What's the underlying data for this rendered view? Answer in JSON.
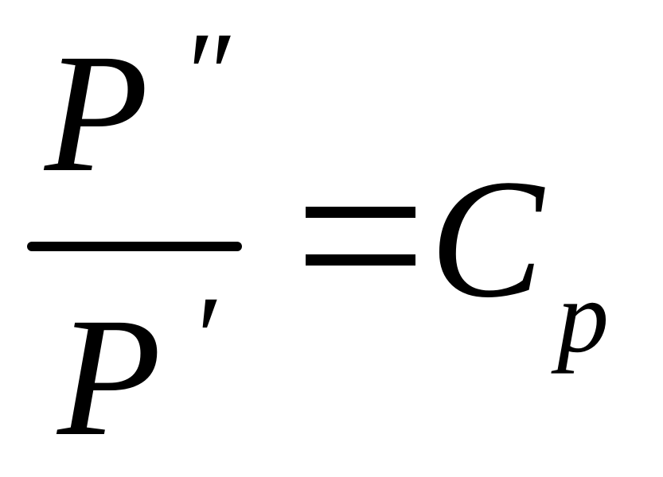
{
  "formula": {
    "numerator": {
      "letter": "P",
      "prime": "″"
    },
    "denominator": {
      "letter": "P",
      "prime": "′"
    },
    "equals": "=",
    "rhs": {
      "letter": "C",
      "subscript": "p"
    }
  }
}
